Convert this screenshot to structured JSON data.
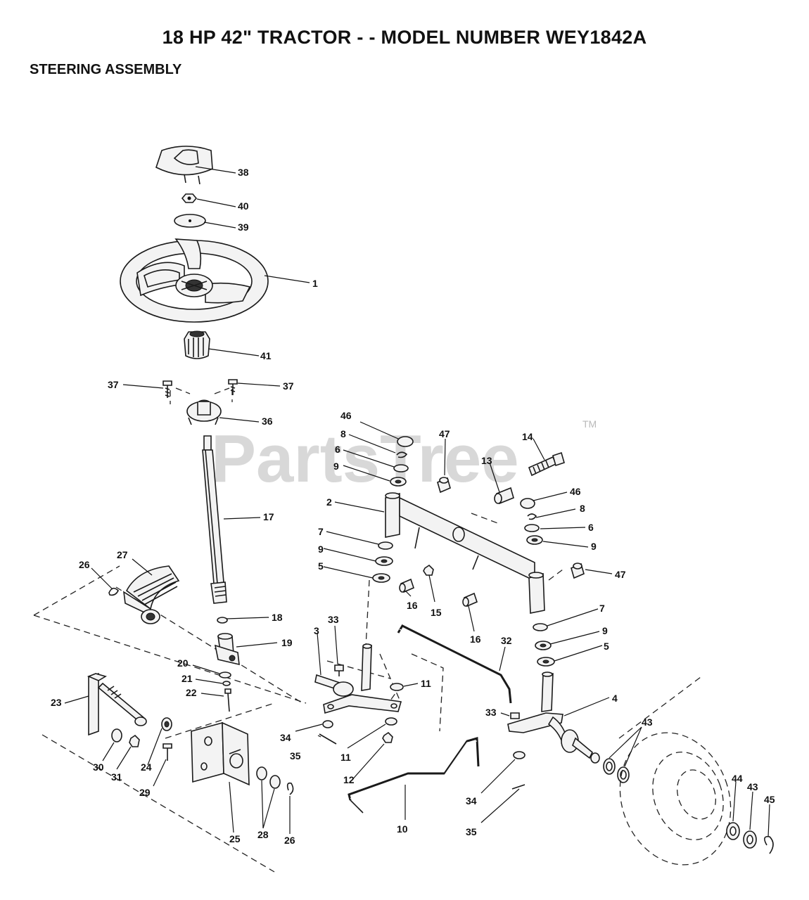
{
  "header": {
    "title": "18 HP 42\" TRACTOR - - MODEL NUMBER WEY1842A",
    "section": "STEERING ASSEMBLY"
  },
  "watermark": {
    "text": "PartsTree",
    "tm": "TM"
  },
  "callouts": {
    "c38": "38",
    "c40": "40",
    "c39": "39",
    "c1": "1",
    "c41": "41",
    "c37a": "37",
    "c37b": "37",
    "c36": "36",
    "c17": "17",
    "c27": "27",
    "c26a": "26",
    "c18": "18",
    "c19": "19",
    "c20": "20",
    "c21": "21",
    "c22": "22",
    "c23": "23",
    "c24": "24",
    "c29": "29",
    "c30": "30",
    "c31": "31",
    "c25": "25",
    "c28": "28",
    "c26b": "26",
    "c46a": "46",
    "c8a": "8",
    "c6a": "6",
    "c9a": "9",
    "c47a": "47",
    "c13": "13",
    "c14": "14",
    "c2": "2",
    "c46b": "46",
    "c8b": "8",
    "c6b": "6",
    "c9b": "9",
    "c47b": "47",
    "c7a": "7",
    "c9c": "9",
    "c5a": "5",
    "c16a": "16",
    "c15": "15",
    "c16b": "16",
    "c7b": "7",
    "c9d": "9",
    "c5b": "5",
    "c3": "3",
    "c33a": "33",
    "c11a": "11",
    "c34a": "34",
    "c35a": "35",
    "c11b": "11",
    "c12": "12",
    "c10": "10",
    "c32": "32",
    "c4": "4",
    "c33b": "33",
    "c34b": "34",
    "c35b": "35",
    "c43a": "43",
    "c44": "44",
    "c43b": "43",
    "c45": "45"
  }
}
